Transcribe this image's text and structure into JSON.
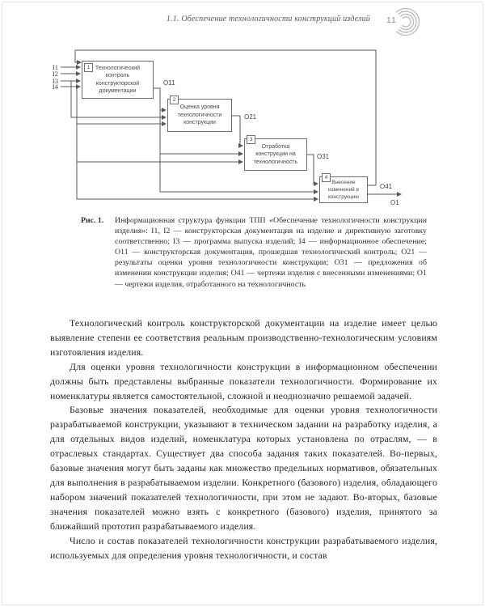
{
  "header": {
    "section_title": "1.1.  Обеспечение технологичности конструкций изделий",
    "page_number": "11"
  },
  "figure": {
    "label": "Рис. 1.",
    "caption": "Информационная структура функции ТПП «Обеспечение технологичности конструкции изделия»: I1, I2 — конструкторская документация на изделие и директивную заготовку соответственно; I3 — программа выпуска изделий; I4 — информационное обеспечение; О11 — конструкторская документация, прошедшая технологический контроль; О21 — результаты оценки уровня технологичности конструкции; О31 — предложения об изменении конструкции изделия; О41 — чертежи изделия с внесенными изменениями; О1 — чертежи изделия, отработанного на технологичность",
    "blocks": [
      {
        "num": "1",
        "lines": [
          "Технологический",
          "контроль",
          "конструкторской",
          "документации"
        ]
      },
      {
        "num": "2",
        "lines": [
          "Оценка уровня",
          "технологичности",
          "конструкции"
        ]
      },
      {
        "num": "3",
        "lines": [
          "Отработка",
          "конструкции на",
          "технологичность"
        ]
      },
      {
        "num": "4",
        "lines": [
          "Внесение",
          "изменений в",
          "конструкцию"
        ]
      }
    ],
    "io": {
      "i1": "I1",
      "i2": "I2",
      "i3": "I3",
      "i4": "I4",
      "o11": "О11",
      "o21": "О21",
      "o31": "О31",
      "o41": "О41",
      "o1": "О1"
    },
    "line_color": "#585858"
  },
  "body": {
    "paragraphs": [
      "Технологический контроль конструкторской документации на изделие имеет целью выявление степени ее соответствия реальным производственно-технологическим условиям изготовления изделия.",
      "Для оценки уровня технологичности конструкции в информационном обеспечении должны быть представлены выбранные показатели технологичности. Формирование их номенклатуры является самостоятельной, сложной и неоднозначно решаемой задачей.",
      "Базовые значения показателей, необходимые для оценки уровня технологичности разрабатываемой конструкции, указывают в техническом задании на разработку изделия, а для отдельных видов изделий, номенклатура которых установлена по отраслям, — в отраслевых стандартах. Существует два способа задания таких показателей. Во-первых, базовые значения могут быть заданы как множество предельных нормативов, обязательных для выполнения в разрабатываемом изделии. Конкретного (базового) изделия, обладающего набором значений показателей технологичности, при этом не задают. Во-вторых, базовые значения показателей можно взять с конкретного (базового) изделия, принятого за ближайший прототип разрабатываемого изделия.",
      "Число и состав показателей технологичности конструкции разрабатываемого изделия, используемых для определения уровня технологичности, и состав"
    ]
  }
}
